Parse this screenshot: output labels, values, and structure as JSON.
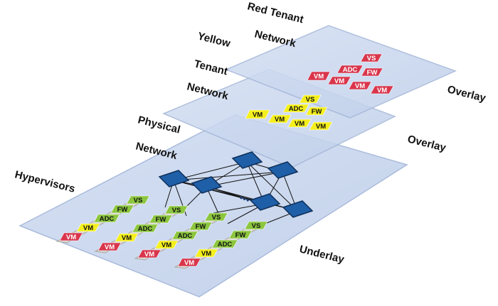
{
  "labels": {
    "red_line1": "Red Tenant",
    "red_line2": "Network",
    "yellow_line1": "Yellow",
    "yellow_line2": "Tenant",
    "yellow_line3": "Network",
    "physical_line1": "Physical",
    "physical_line2": "Network",
    "hypervisors": "Hypervisors",
    "overlay_red": "Overlay",
    "overlay_yellow": "Overlay",
    "underlay": "Underlay",
    "ellipsis": "●●●"
  },
  "tiles": {
    "vs": "VS",
    "fw": "FW",
    "adc": "ADC",
    "vm": "VM"
  },
  "colors": {
    "plane_fill": "#c9d6ee",
    "plane_edge": "#9fb2d6",
    "red_tile": "#d9364c",
    "yellow_tile": "#f4ef1c",
    "green_tile": "#8cc63f",
    "switch_fill": "#1f5fa8",
    "switch_edge": "#0e2f5a",
    "tray_fill": "#d7d4d0"
  }
}
